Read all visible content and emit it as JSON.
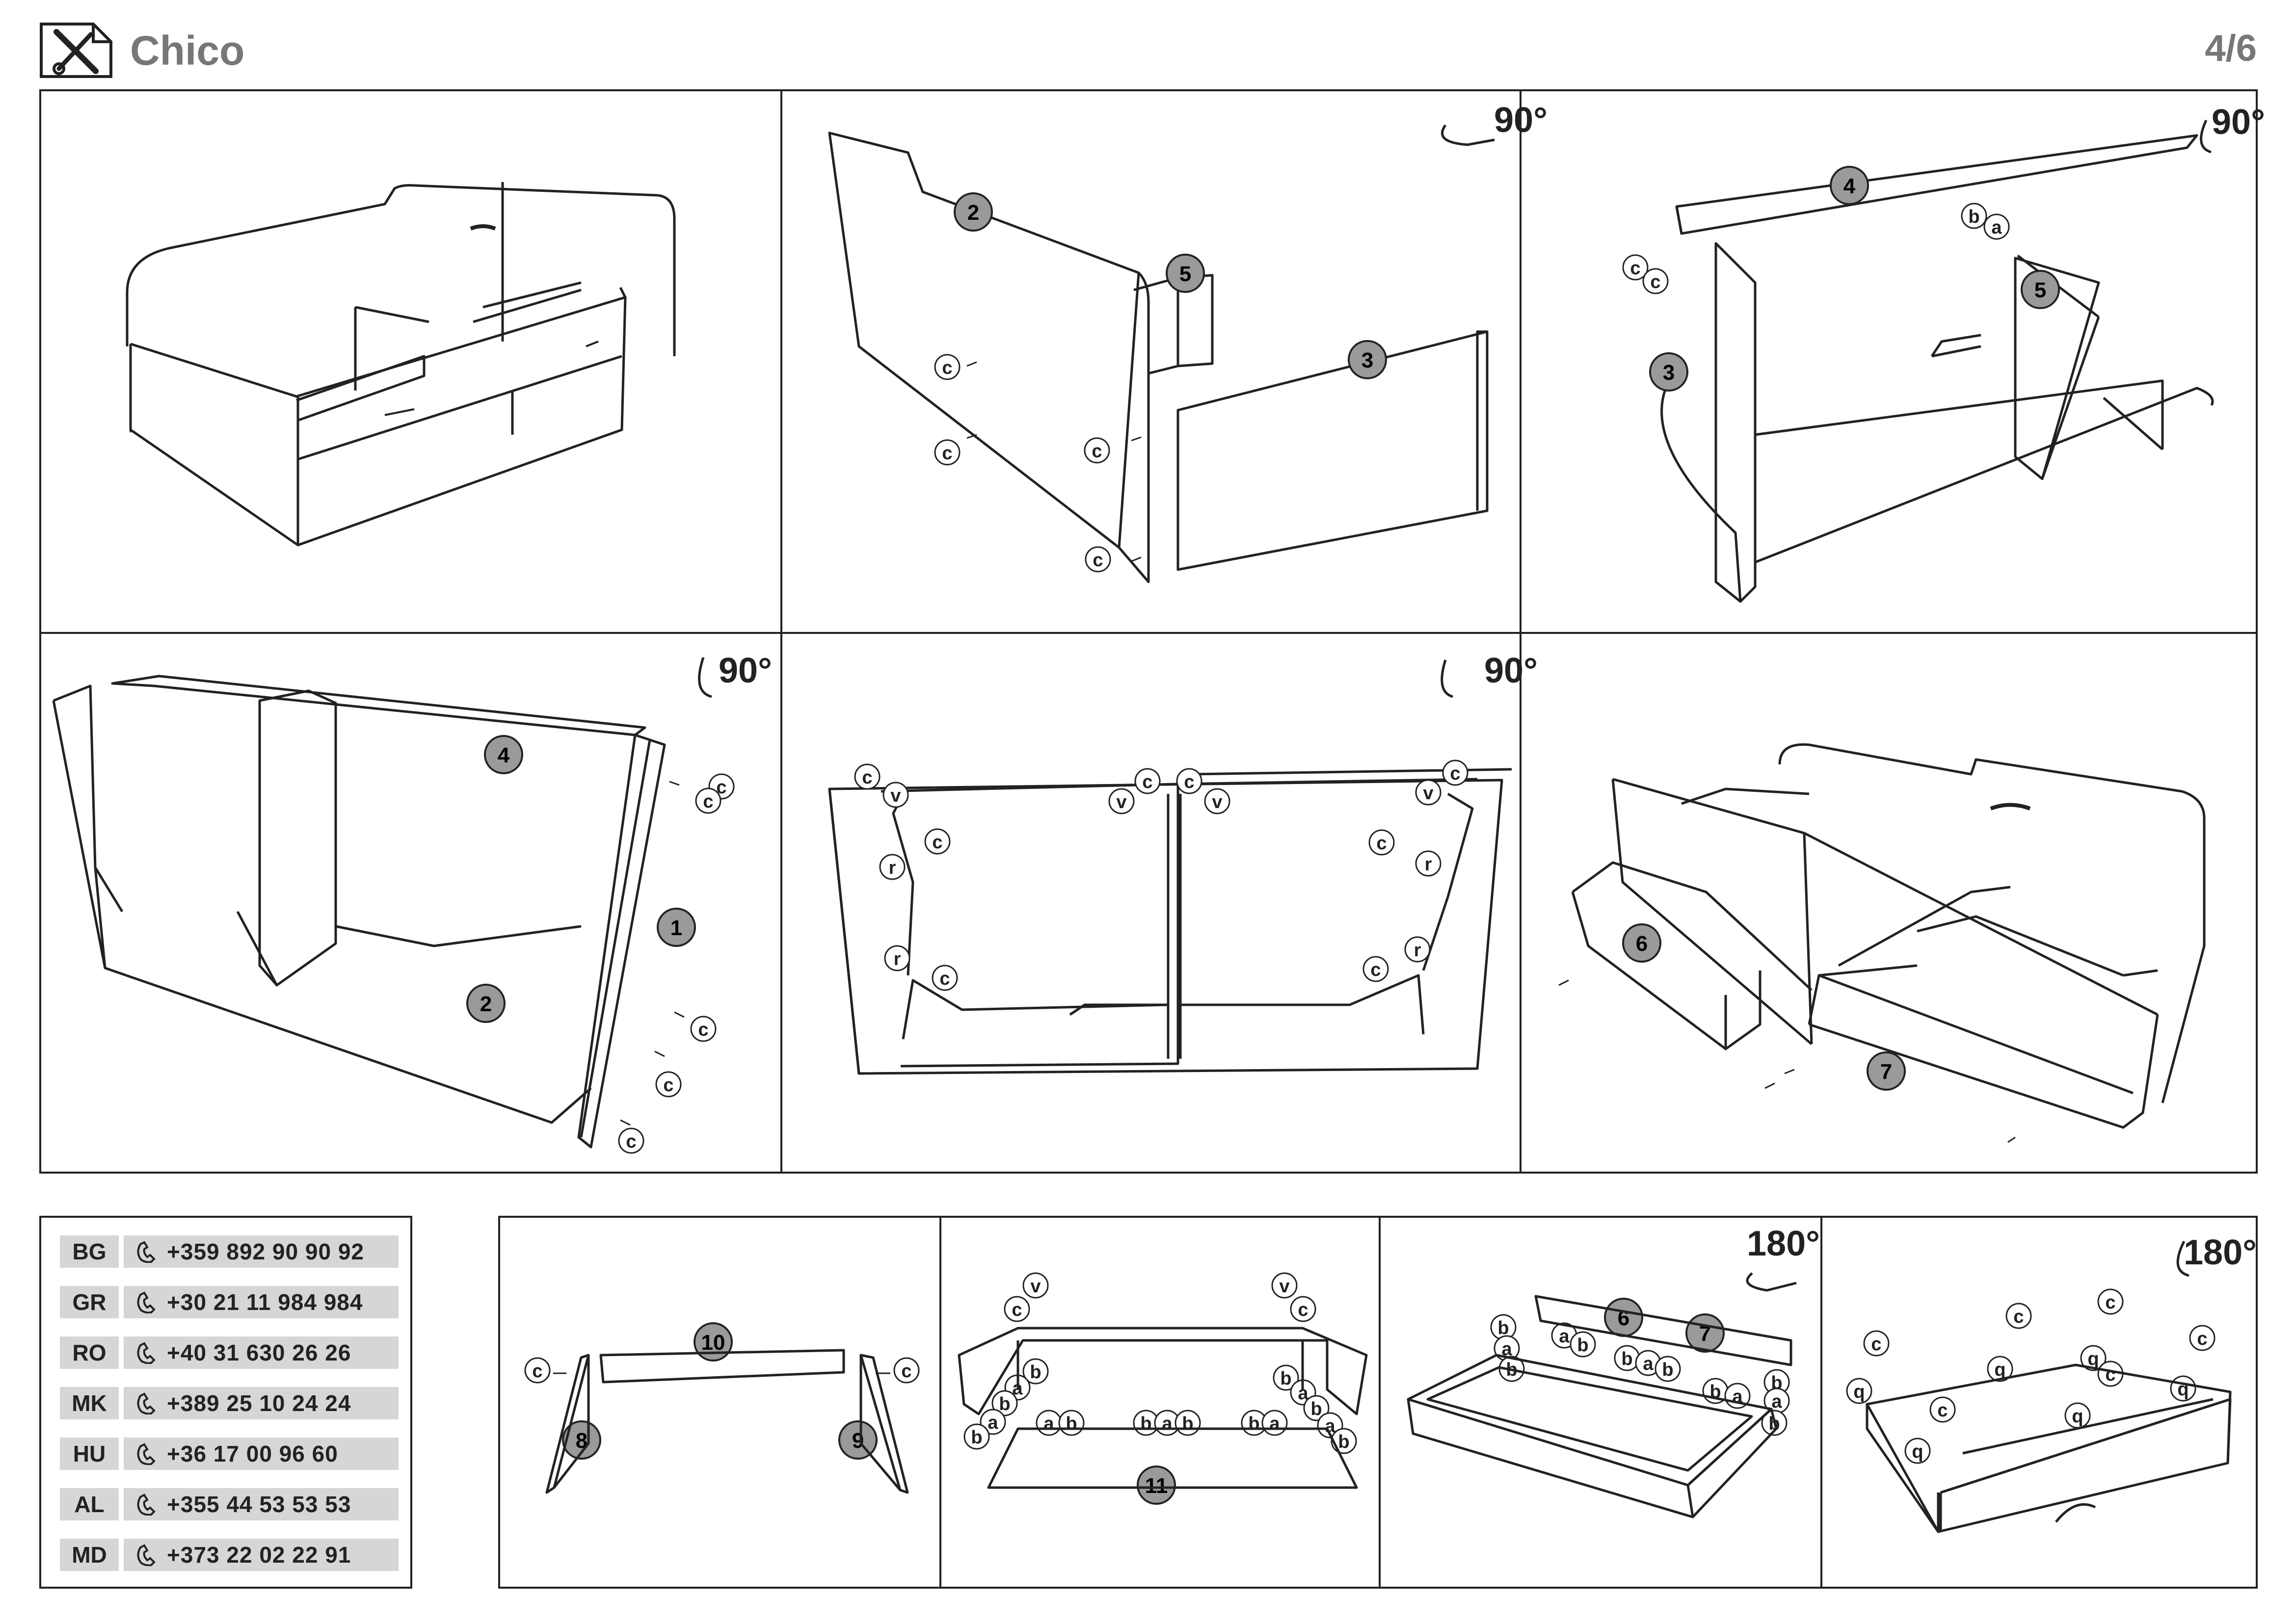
{
  "header": {
    "title": "Chico",
    "page": "4/6",
    "tool_icon": "screwdriver-wrench-icon"
  },
  "steps": {
    "rot_b": "90°",
    "rot_c": "90°",
    "rot_d": "90°",
    "rot_e": "90°",
    "rot_bottom_c": "180°",
    "rot_bottom_d": "180°"
  },
  "parts": {
    "p1": "1",
    "p2": "2",
    "p3": "3",
    "p4": "4",
    "p5": "5",
    "p6": "6",
    "p7": "7",
    "p8": "8",
    "p9": "9",
    "p10": "10",
    "p11": "11"
  },
  "fittings": {
    "a": "a",
    "b": "b",
    "c": "c",
    "q": "q",
    "r": "r",
    "v": "v"
  },
  "contacts": [
    {
      "country": "BG",
      "phone": "+359 892 90 90 92"
    },
    {
      "country": "GR",
      "phone": "+30 21 11 984 984"
    },
    {
      "country": "RO",
      "phone": "+40 31 630 26 26"
    },
    {
      "country": "MK",
      "phone": "+389 25 10 24 24"
    },
    {
      "country": "HU",
      "phone": "+36 17 00 96 60"
    },
    {
      "country": "AL",
      "phone": "+355 44 53 53 53"
    },
    {
      "country": "MD",
      "phone": "+373 22 02 22 91"
    }
  ],
  "colors": {
    "line": "#222222",
    "badge_fill": "#9a9a9a",
    "label_bg": "#d6d6d6",
    "title": "#777777"
  }
}
